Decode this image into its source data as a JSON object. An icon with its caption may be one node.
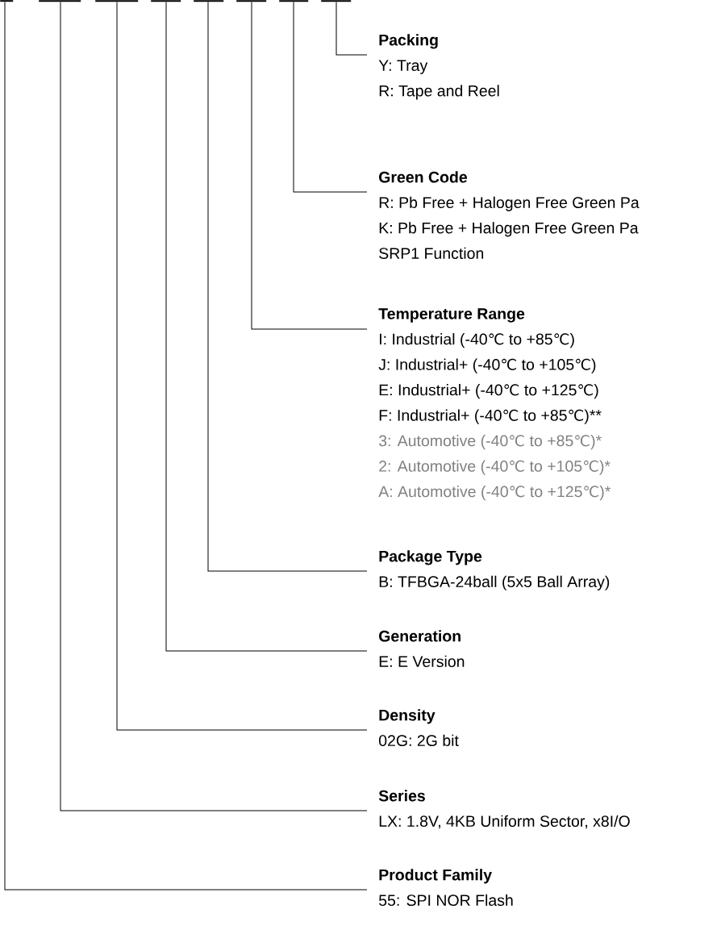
{
  "diagram": {
    "nodes": [
      {
        "text": [],
        "shape": "bar"
      },
      {
        "text": [],
        "shape": "bar"
      },
      {
        "text": [],
        "shape": "bar"
      },
      {
        "text": [],
        "shape": "bar"
      },
      {
        "text": [],
        "shape": "bar"
      },
      {
        "text": [],
        "shape": "bar"
      },
      {
        "text": [],
        "shape": "bar"
      },
      {
        "text": [],
        "shape": "bar"
      },
      {
        "text": [
          "Packing",
          "Y: Tray",
          "R: Tape and Reel"
        ]
      },
      {
        "text": [
          "Green Code",
          "R: Pb Free + Halogen Free Green Pa",
          "K: Pb Free + Halogen Free Green Pa",
          "SRP1 Function"
        ]
      },
      {
        "text": [
          "Temperature Range",
          "I: Industrial (-40℃ to +85℃)",
          "J: Industrial+ (-40℃ to +105℃)",
          "E: Industrial+ (-40℃ to +125℃)",
          "F: Industrial+ (-40℃ to +85℃)**",
          "3: Automotive (-40℃ to +85℃)*",
          "2: Automotive (-40℃ to +105℃)*",
          "A: Automotive (-40℃ to +125℃)*"
        ]
      },
      {
        "text": [
          "Package Type",
          "B: TFBGA-24ball (5x5 Ball Array)"
        ]
      },
      {
        "text": [
          "Generation",
          "E: E Version"
        ]
      },
      {
        "text": [
          "Density",
          "02G: 2G bit"
        ]
      },
      {
        "text": [
          "Series",
          "LX: 1.8V, 4KB Uniform Sector, x8I/O"
        ]
      },
      {
        "text": [
          "Product Family",
          "55: SPI NOR Flash"
        ]
      }
    ],
    "edges": [
      {
        "from": 7,
        "to": 8,
        "arrow": "none"
      },
      {
        "from": 6,
        "to": 9,
        "arrow": "none"
      },
      {
        "from": 5,
        "to": 10,
        "arrow": "none"
      },
      {
        "from": 4,
        "to": 11,
        "arrow": "none"
      },
      {
        "from": 3,
        "to": 12,
        "arrow": "none"
      },
      {
        "from": 2,
        "to": 13,
        "arrow": "none"
      },
      {
        "from": 1,
        "to": 14,
        "arrow": "none"
      },
      {
        "from": 0,
        "to": 15,
        "arrow": "none"
      }
    ]
  }
}
